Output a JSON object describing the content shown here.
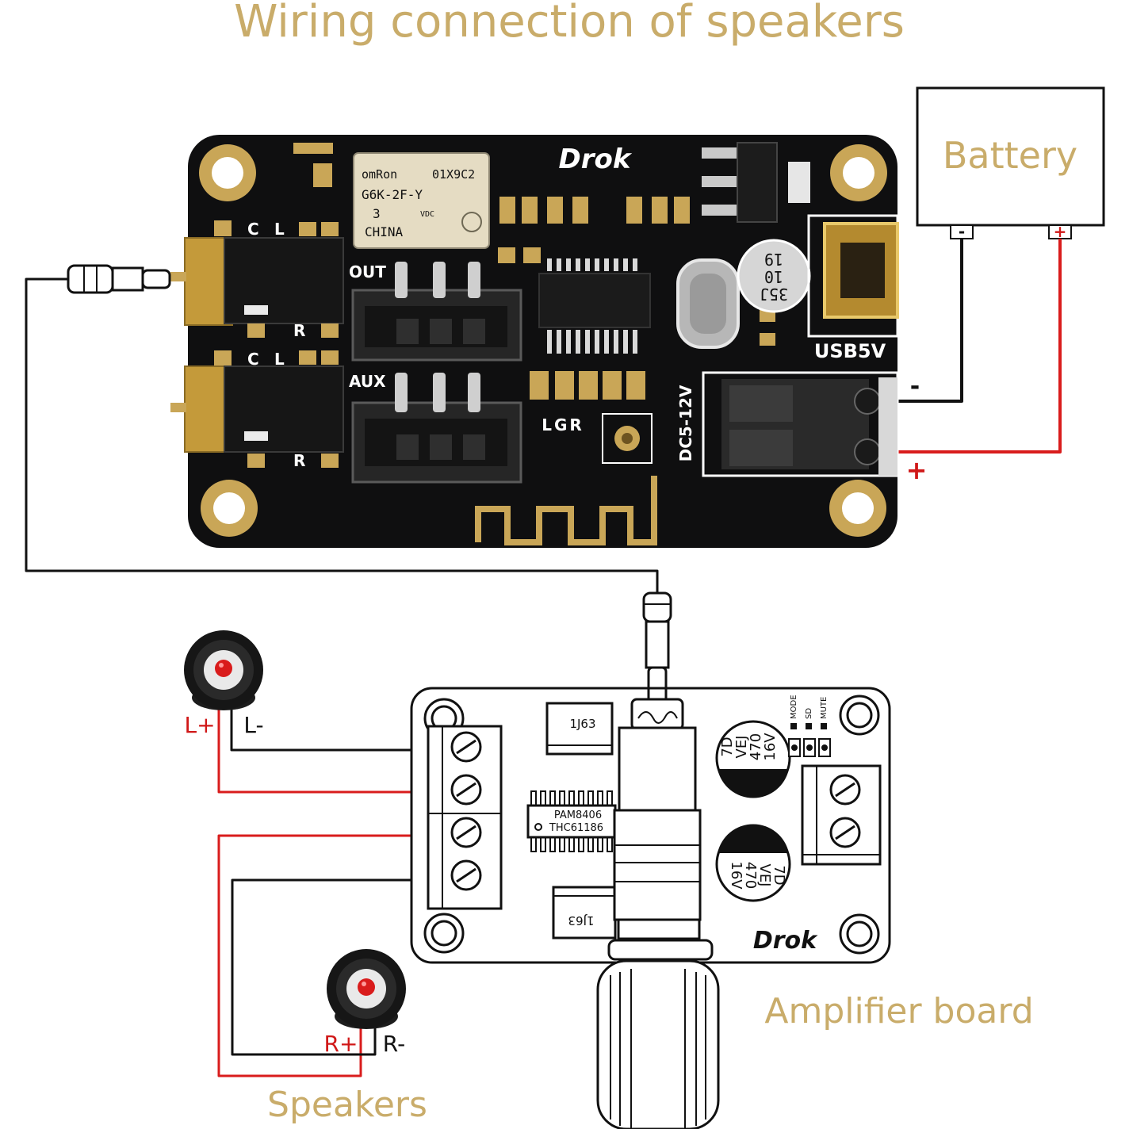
{
  "title": "Wiring connection of speakers",
  "battery": {
    "label": "Battery",
    "neg_terminal": "-",
    "pos_terminal": "+"
  },
  "bt_board": {
    "brand": "Drok",
    "relay": {
      "line1": "omRon",
      "line1b": "01X9C2",
      "line2": "G6K-2F-Y",
      "line3": "3",
      "line3b": "VDC",
      "line4": "CHINA"
    },
    "cap_marking": {
      "line1": "19",
      "line2": "10",
      "line3": "35J"
    },
    "jack_top_labels": {
      "c": "C",
      "l": "L",
      "r": "R"
    },
    "jack_bottom_labels": {
      "c": "C",
      "l": "L",
      "r": "R"
    },
    "out_label": "OUT",
    "aux_label": "AUX",
    "lgr_label": "LGR",
    "usb_label": "USB5V",
    "dc_label": "DC5-12V",
    "terminal_minus": "-",
    "terminal_plus": "+"
  },
  "amp_board": {
    "label": "Amplifier board",
    "brand": "Drok",
    "chip_line1": "PAM8406",
    "chip_line2": "THC61186",
    "inductor_top": "1J63",
    "inductor_bottom": "1J63",
    "cap_top": {
      "line1": "7D",
      "line2": "VEJ",
      "line3": "470",
      "line4": "16V"
    },
    "cap_bottom": {
      "line1": "7D",
      "line2": "VEJ",
      "line3": "470",
      "line4": "16V"
    },
    "switch_labels": {
      "mode": "MODE",
      "sd": "SD",
      "mute": "MUTE"
    }
  },
  "speakers": {
    "label": "Speakers",
    "left": {
      "plus": "L+",
      "minus": "L-"
    },
    "right": {
      "plus": "R+",
      "minus": "R-"
    }
  },
  "colors": {
    "title_gold": "#c9ac6a",
    "pcb": "#0f0f10",
    "gold_pad": "#c9a657",
    "wire_red": "#d91c1c",
    "wire_black": "#111111"
  }
}
